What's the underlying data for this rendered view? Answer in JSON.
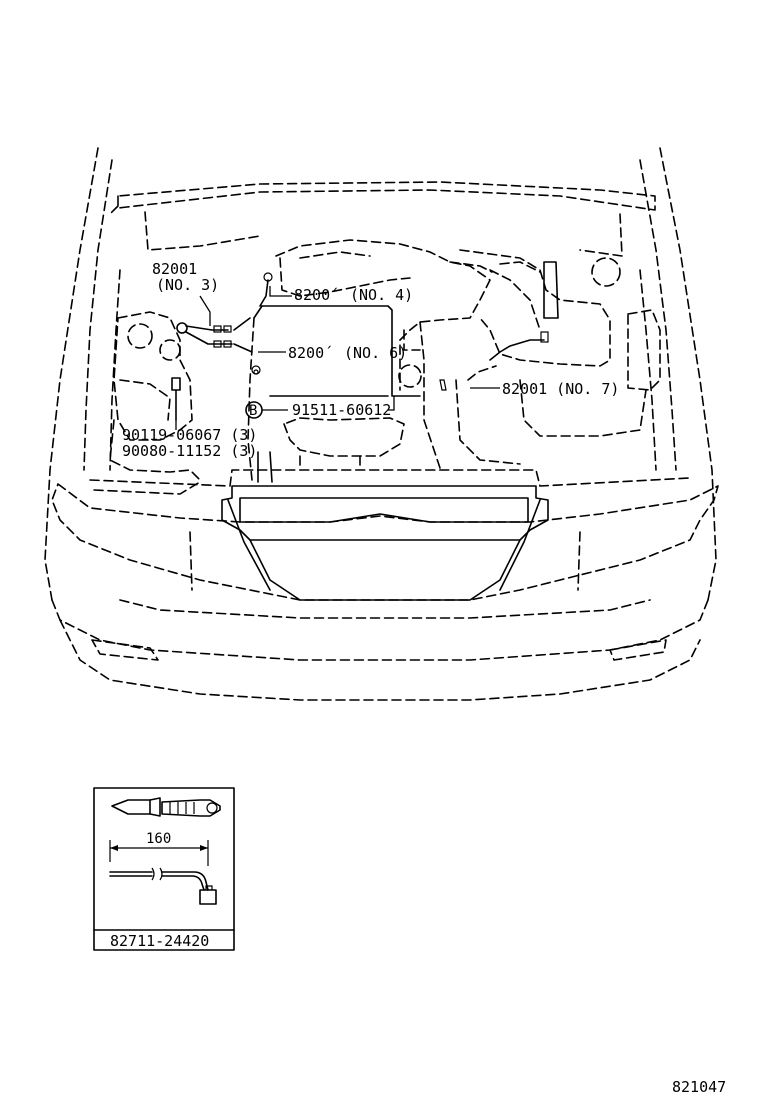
{
  "callouts": {
    "c82001_no3_part": "82001",
    "c82001_no3_sub": "(NO. 3)",
    "c8200_no4_part": "8200´",
    "c8200_no4_sub": "(NO. 4)",
    "c8200_no6_part": "8200´",
    "c8200_no6_sub": "(NO. 6)",
    "c91511": "91511-60612",
    "c82001_no7": "82001 (NO. 7)",
    "c90119": "90119-06067 (3)",
    "c90080": "90080-11152 (3)"
  },
  "markers": {
    "bolt_ref": "B"
  },
  "inset": {
    "dimension": "160",
    "part_number": "82711-24420"
  },
  "drawing_number": "821047"
}
